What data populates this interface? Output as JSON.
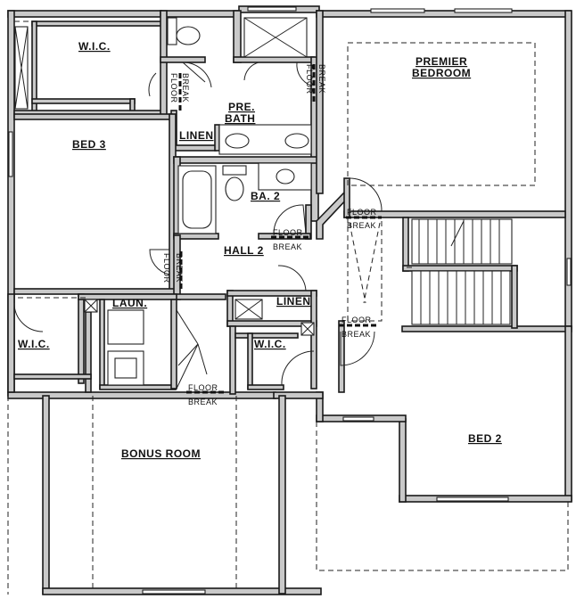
{
  "rooms": {
    "wic_top": "W.I.C.",
    "premier_bedroom_line1": "PREMIER",
    "premier_bedroom_line2": "BEDROOM",
    "pre_bath_line1": "PRE.",
    "pre_bath_line2": "BATH",
    "linen_top": "LINEN",
    "bed3": "BED 3",
    "ba2": "BA. 2",
    "hall2": "HALL 2",
    "linen_mid": "LINEN",
    "laun": "LAUN.",
    "wic_left": "W.I.C.",
    "wic_mid": "W.I.C.",
    "bonus_room": "BONUS ROOM",
    "bed2": "BED 2"
  },
  "floor_break": {
    "word1": "FLOOR",
    "word2": "BREAK"
  }
}
